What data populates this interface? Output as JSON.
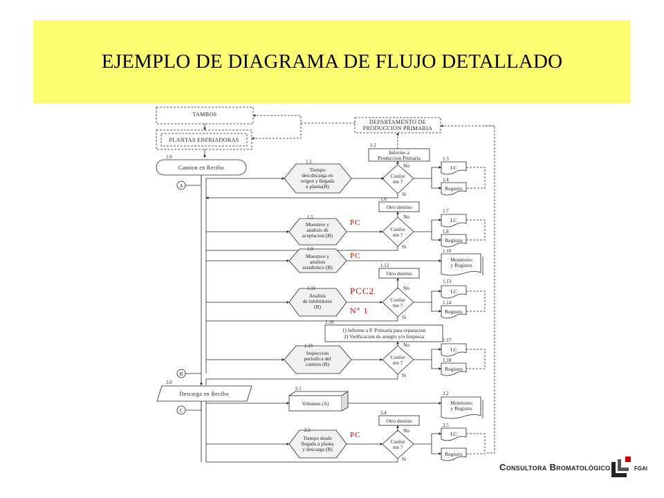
{
  "title": "EJEMPLO DE DIAGRAMA DE FLUJO DETALLADO",
  "nodes": {
    "tambos": "TAMBOS",
    "dept_line1": "DEPARTAMENTO DE",
    "dept_line2": "PRODUCCION PRIMARIA",
    "plantas": "PLANTAS ENFRIADORAS",
    "n10": "1.0",
    "camion": "Camion en Recibo",
    "conn_a": "A",
    "conn_b": "B",
    "conn_c": "C",
    "n11": "1.1",
    "tiempo1": "Tiempo",
    "tiempo2": "descdecarga en",
    "tiempo3": "origen y llegada",
    "tiempo4": "a planta(B)",
    "n12": "1.2",
    "informe1": "Informe a",
    "informe2": "Produccion Primaria",
    "conforme1": "Confor",
    "conforme2": "me ?",
    "no": "No",
    "si": "Si",
    "n13": "1.3",
    "lc": "LC",
    "n14": "1.4",
    "registro": "Registro",
    "n16": "1.6",
    "otro_destino": "Otro destino",
    "n15": "1.5",
    "muestreo1": "Muestreo y",
    "muestreo2": "analisis de",
    "muestreo3": "aceptacion (B)",
    "n17": "1.7",
    "n18": "1.8",
    "n19": "1.9",
    "est1": "Muestreo y",
    "est2": "analisis",
    "est3": "estadistico (B)",
    "n110": "1.10",
    "monitoreo1": "Monitoreo",
    "monitoreo2": "y Registro",
    "n112": "1.12",
    "n111": "1.11",
    "inhib1": "Analisis",
    "inhib2": "de inhibidores",
    "inhib3": "(B)",
    "n113": "1.13",
    "n114": "1.14",
    "n116": "1.16",
    "inf_rep1": "1) Informe a P. Primaria para reparacion",
    "inf_rep2": "2) Verificacion de arreglo y/o limpieza",
    "n115": "1.15",
    "insp1": "Inspeccion",
    "insp2": "periodica del",
    "insp3": "camion (B)",
    "n117": "1.17",
    "n118": "1.18",
    "n20": "2.0",
    "descarga": "Descarga en Recibo",
    "n21": "2.1",
    "volumen": "Volumen (A)",
    "n22": "2.2",
    "n24": "2.4",
    "n23": "2.3",
    "tdesc1": "Tiempo desde",
    "tdesc2": "llegada a planta",
    "tdesc3": "y descarga (B)",
    "n25": "2.5",
    "pc": "PC",
    "pcc": "PCC2",
    "pcc_num": "N° 1"
  },
  "logo": {
    "name": "Consultora Bromatológico",
    "suffix": "fgai",
    "accent": "#cc0000"
  },
  "colors": {
    "title_band": "#fdfd72",
    "pc_red": "#cc0000",
    "hex_fill": "#f2f2f2"
  }
}
